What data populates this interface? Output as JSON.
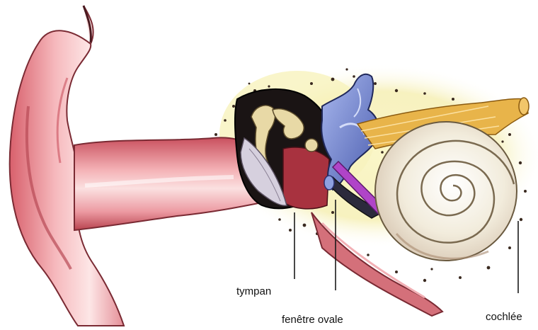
{
  "labels": {
    "tympan": "tympan",
    "fenetre_ovale": "fenêtre ovale",
    "cochlee": "cochlée"
  },
  "colors": {
    "skin": "#f2a3a3",
    "skin_dark": "#b84a55",
    "canal": "#e98f97",
    "bone_halo": "#f8f3c0",
    "tympan": "#cfcad6",
    "middle_ear": "#1a1414",
    "ossicles": "#e8d9a6",
    "vestibule": "#7b8ed6",
    "stapes_bar": "#b044c8",
    "cochlea": "#f3eee0",
    "nerve": "#e8b44a",
    "tube": "#c65a66"
  },
  "icons": {
    "diagram": "ear-anatomy-illustration"
  }
}
